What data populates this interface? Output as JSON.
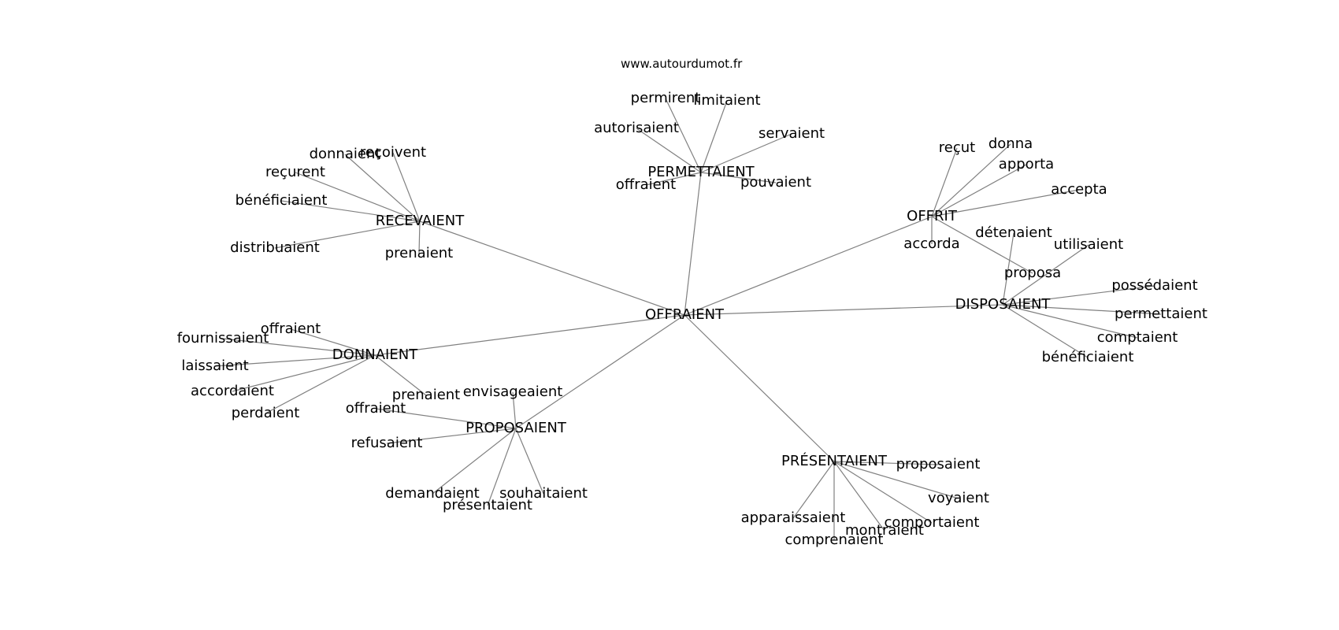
{
  "watermark": "www.autourdumot.fr",
  "colors": {
    "edge": "#808080",
    "text": "#000000",
    "background": "#ffffff"
  },
  "graph": {
    "center": "OFFRAIENT",
    "hubs": [
      {
        "label": "PERMETTAIENT",
        "leaves": [
          "permirent",
          "limitaient",
          "autorisaient",
          "servaient",
          "offraient",
          "pouvaient"
        ]
      },
      {
        "label": "RECEVAIENT",
        "leaves": [
          "donnaient",
          "reçoivent",
          "reçurent",
          "bénéficiaient",
          "distribuaient",
          "prenaient"
        ]
      },
      {
        "label": "OFFRIT",
        "leaves": [
          "reçut",
          "donna",
          "apporta",
          "accepta",
          "accorda",
          "proposa"
        ]
      },
      {
        "label": "DISPOSAIENT",
        "leaves": [
          "détenaient",
          "utilisaient",
          "possédaient",
          "permettaient",
          "comptaient",
          "bénéficiaient"
        ]
      },
      {
        "label": "DONNAIENT",
        "leaves": [
          "offraient",
          "fournissaient",
          "laissaient",
          "accordaient",
          "perdaient",
          "prenaient"
        ]
      },
      {
        "label": "PROPOSAIENT",
        "leaves": [
          "envisageaient",
          "offraient",
          "refusaient",
          "demandaient",
          "présentaient",
          "souhaitaient"
        ]
      },
      {
        "label": "PRÉSENTAIENT",
        "leaves": [
          "proposaient",
          "voyaient",
          "apparaissaient",
          "comportaient",
          "montraient",
          "comprenaient"
        ]
      }
    ]
  }
}
